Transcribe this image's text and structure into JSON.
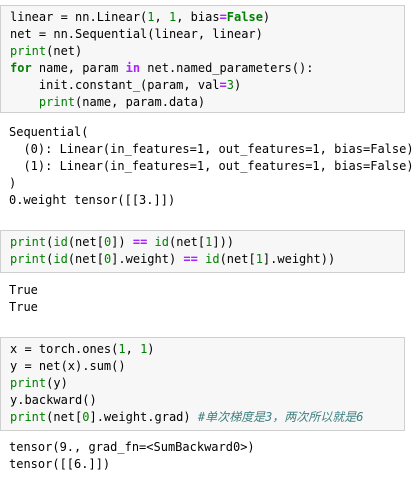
{
  "cells": [
    {
      "input": [
        [
          {
            "t": "linear = nn.Linear("
          },
          {
            "t": "1",
            "c": "num"
          },
          {
            "t": ", "
          },
          {
            "t": "1",
            "c": "num"
          },
          {
            "t": ", bias"
          },
          {
            "t": "=",
            "c": "op"
          },
          {
            "t": "False",
            "c": "kw"
          },
          {
            "t": ")"
          }
        ],
        [
          {
            "t": "net = nn.Sequential(linear, linear)"
          }
        ],
        [
          {
            "t": "print",
            "c": "bi"
          },
          {
            "t": "(net)"
          }
        ],
        [
          {
            "t": "for",
            "c": "kw"
          },
          {
            "t": " name, param "
          },
          {
            "t": "in",
            "c": "op"
          },
          {
            "t": " net.named_parameters():"
          }
        ],
        [
          {
            "t": "    init.constant_(param, val"
          },
          {
            "t": "=",
            "c": "op"
          },
          {
            "t": "3",
            "c": "num"
          },
          {
            "t": ")"
          }
        ],
        [
          {
            "t": "    "
          },
          {
            "t": "print",
            "c": "bi"
          },
          {
            "t": "(name, param.data)"
          }
        ]
      ],
      "output": [
        "Sequential(",
        "  (0): Linear(in_features=1, out_features=1, bias=False)",
        "  (1): Linear(in_features=1, out_features=1, bias=False)",
        ")",
        "0.weight tensor([[3.]])"
      ]
    },
    {
      "input": [
        [
          {
            "t": "print",
            "c": "bi"
          },
          {
            "t": "("
          },
          {
            "t": "id",
            "c": "bi"
          },
          {
            "t": "(net["
          },
          {
            "t": "0",
            "c": "num"
          },
          {
            "t": "]) "
          },
          {
            "t": "==",
            "c": "op"
          },
          {
            "t": " "
          },
          {
            "t": "id",
            "c": "bi"
          },
          {
            "t": "(net["
          },
          {
            "t": "1",
            "c": "num"
          },
          {
            "t": "]))"
          }
        ],
        [
          {
            "t": "print",
            "c": "bi"
          },
          {
            "t": "("
          },
          {
            "t": "id",
            "c": "bi"
          },
          {
            "t": "(net["
          },
          {
            "t": "0",
            "c": "num"
          },
          {
            "t": "].weight) "
          },
          {
            "t": "==",
            "c": "op"
          },
          {
            "t": " "
          },
          {
            "t": "id",
            "c": "bi"
          },
          {
            "t": "(net["
          },
          {
            "t": "1",
            "c": "num"
          },
          {
            "t": "].weight))"
          }
        ]
      ],
      "output": [
        "True",
        "True"
      ]
    },
    {
      "input": [
        [
          {
            "t": "x = torch.ones("
          },
          {
            "t": "1",
            "c": "num"
          },
          {
            "t": ", "
          },
          {
            "t": "1",
            "c": "num"
          },
          {
            "t": ")"
          }
        ],
        [
          {
            "t": "y = net(x).sum()"
          }
        ],
        [
          {
            "t": "print",
            "c": "bi"
          },
          {
            "t": "(y)"
          }
        ],
        [
          {
            "t": "y.backward()"
          }
        ],
        [
          {
            "t": "print",
            "c": "bi"
          },
          {
            "t": "(net["
          },
          {
            "t": "0",
            "c": "num"
          },
          {
            "t": "].weight.grad) "
          },
          {
            "t": "#单次梯度是3，两次所以就是6",
            "c": "cm"
          }
        ]
      ],
      "output": [
        "tensor(9., grad_fn=<SumBackward0>)",
        "tensor([[6.]])"
      ]
    }
  ]
}
